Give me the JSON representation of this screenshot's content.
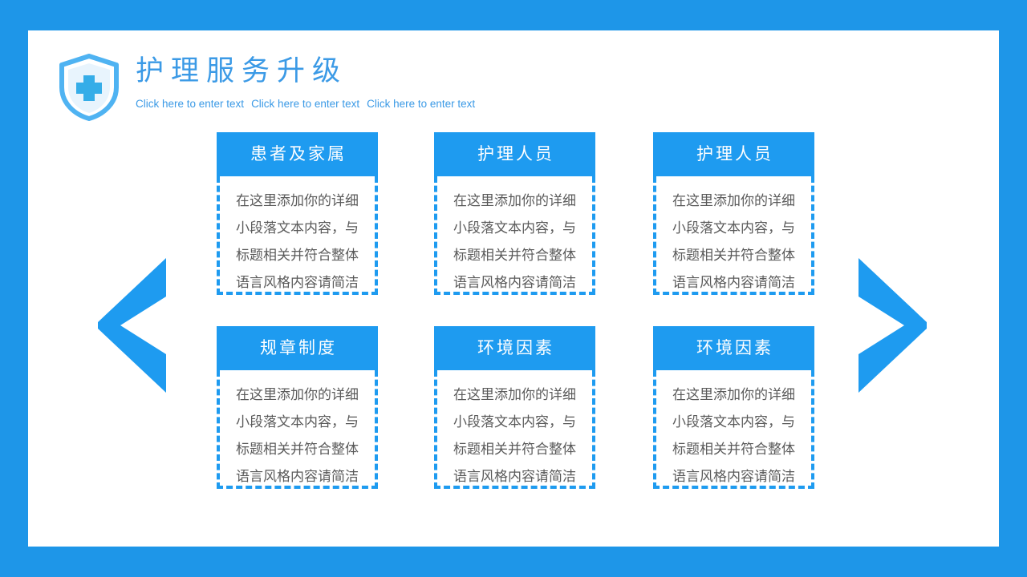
{
  "theme": {
    "background_blue": "#1e96e8",
    "header_blue": "#1e9bf0",
    "title_blue": "#3b9ae6",
    "body_text_gray": "#5a5a5a",
    "canvas_white": "#ffffff"
  },
  "header": {
    "logo_icon": "shield-cross-icon",
    "title": "护理服务升级",
    "subtitle_segments": [
      "Click here to enter text",
      "Click here to enter text",
      "Click here to enter text"
    ]
  },
  "decorations": {
    "left_chevron_icon": "chevron-left-icon",
    "right_chevron_icon": "chevron-right-icon"
  },
  "columns": [
    {
      "cards": [
        {
          "title": "患者及家属",
          "body_lines": [
            "在这里添加你的详细",
            "小段落文本内容，与",
            "标题相关并符合整体",
            "语言风格内容请简洁"
          ]
        },
        {
          "title": "规章制度",
          "body_lines": [
            "在这里添加你的详细",
            "小段落文本内容，与",
            "标题相关并符合整体",
            "语言风格内容请简洁"
          ]
        }
      ]
    },
    {
      "cards": [
        {
          "title": "护理人员",
          "body_lines": [
            "在这里添加你的详细",
            "小段落文本内容，与",
            "标题相关并符合整体",
            "语言风格内容请简洁"
          ]
        },
        {
          "title": "环境因素",
          "body_lines": [
            "在这里添加你的详细",
            "小段落文本内容，与",
            "标题相关并符合整体",
            "语言风格内容请简洁"
          ]
        }
      ]
    },
    {
      "cards": [
        {
          "title": "护理人员",
          "body_lines": [
            "在这里添加你的详细",
            "小段落文本内容，与",
            "标题相关并符合整体",
            "语言风格内容请简洁"
          ]
        },
        {
          "title": "环境因素",
          "body_lines": [
            "在这里添加你的详细",
            "小段落文本内容，与",
            "标题相关并符合整体",
            "语言风格内容请简洁"
          ]
        }
      ]
    }
  ]
}
